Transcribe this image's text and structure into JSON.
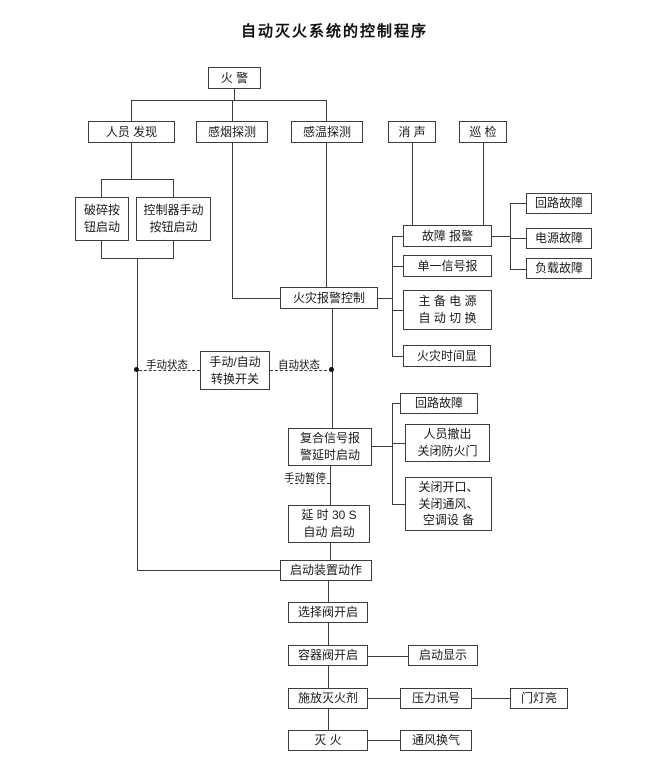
{
  "title": "自动灭火系统的控制程序",
  "colors": {
    "line": "#3c3c3c",
    "box_border": "#3c3c3c",
    "background": "#ffffff",
    "text": "#111111"
  },
  "nodes": {
    "fire_alarm": {
      "label": "火 警"
    },
    "person_found": {
      "label": "人员 发现"
    },
    "smoke_detect": {
      "label": "感烟探测"
    },
    "temp_detect": {
      "label": "感温探测"
    },
    "mute": {
      "label": "消 声"
    },
    "patrol": {
      "label": "巡 检"
    },
    "break_button": {
      "lines": [
        "破碎按",
        "钮启动"
      ]
    },
    "controller_button": {
      "lines": [
        "控制器手动",
        "按钮启动"
      ]
    },
    "fire_alarm_control": {
      "label": "火灾报警控制"
    },
    "fault_alarm": {
      "label": "故障 报警"
    },
    "single_signal": {
      "label": "单一信号报"
    },
    "power_switch": {
      "lines": [
        "主 备 电 源",
        "自 动 切 换"
      ]
    },
    "fire_time": {
      "label": "火灾时间显"
    },
    "loop_fault_1": {
      "label": "回路故障"
    },
    "power_fault": {
      "label": "电源故障"
    },
    "load_fault": {
      "label": "负载故障"
    },
    "manual_auto_switch": {
      "lines": [
        "手动/自动",
        "转换开关"
      ]
    },
    "composite_signal": {
      "lines": [
        "复合信号报",
        "警延时启动"
      ]
    },
    "loop_fault_2": {
      "label": "回路故障"
    },
    "evacuate": {
      "lines": [
        "人员撤出",
        "关闭防火门"
      ]
    },
    "close_openings": {
      "lines": [
        "关闭开口、",
        "关闭通风、",
        "空调设 备"
      ]
    },
    "delay_start": {
      "lines": [
        "延 时 30 S",
        "自动 启动"
      ]
    },
    "start_device": {
      "label": "启动装置动作"
    },
    "selector_valve": {
      "label": "选择阀开启"
    },
    "container_valve": {
      "label": "容器阀开启"
    },
    "start_display": {
      "label": "启动显示"
    },
    "release_agent": {
      "label": "施放灭火剂"
    },
    "pressure_signal": {
      "label": "压力讯号"
    },
    "door_light": {
      "label": "门灯亮"
    },
    "extinguish": {
      "label": "灭 火"
    },
    "ventilation": {
      "label": "通风换气"
    }
  },
  "labels": {
    "manual_state": "手动状态",
    "auto_state": "自动状态",
    "manual_pause": "手动暂停"
  }
}
